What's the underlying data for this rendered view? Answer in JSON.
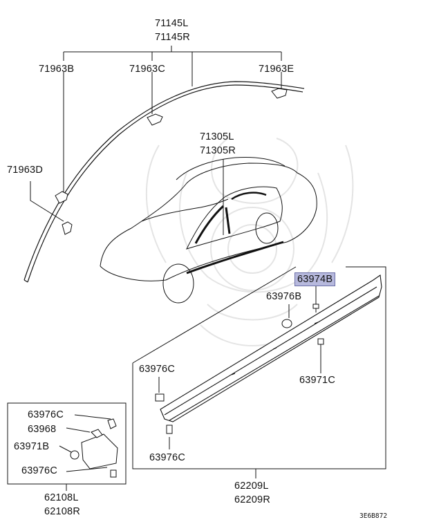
{
  "parts": {
    "molding_roof_l": "71145L",
    "molding_roof_r": "71145R",
    "clip_b": "71963B",
    "clip_c": "71963C",
    "clip_e": "71963E",
    "clip_d": "71963D",
    "pillar_l": "71305L",
    "pillar_r": "71305R",
    "highlighted": "63974B",
    "clip_976b": "63976B",
    "clip_976c_top": "63976C",
    "clip_971c": "63971C",
    "clip_976c_bottom": "63976C",
    "sill_l": "62209L",
    "sill_r": "62209R",
    "inset_976c_top": "63976C",
    "inset_968": "63968",
    "inset_971b": "63971B",
    "inset_976c_bottom": "63976C",
    "mudguard_l": "62108L",
    "mudguard_r": "62108R"
  },
  "diagram_code": "3E6B872",
  "colors": {
    "highlight_fill": "#b7b9dd",
    "highlight_border": "#6b6fa8",
    "line": "#111111",
    "watermark": "#e6e6e6"
  }
}
